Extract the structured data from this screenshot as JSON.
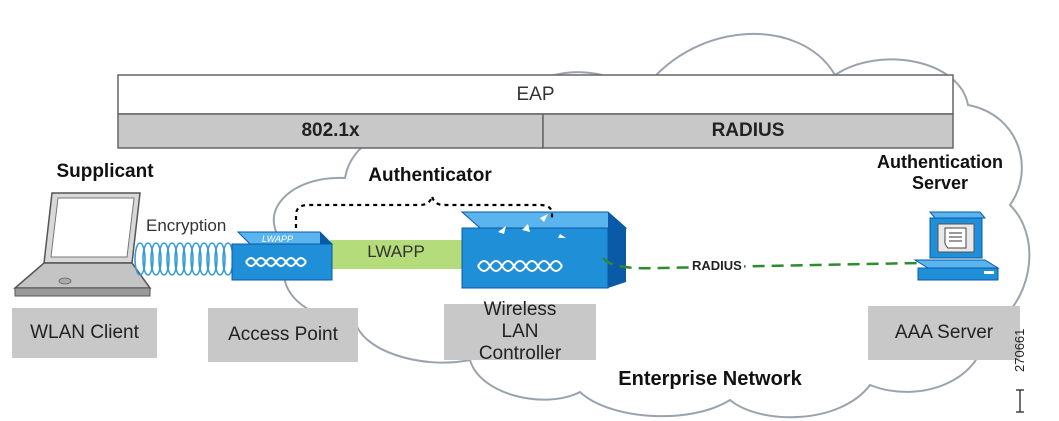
{
  "protocol_stack": {
    "top": "EAP",
    "left": "802.1x",
    "right": "RADIUS"
  },
  "roles": {
    "supplicant": "Supplicant",
    "authenticator": "Authenticator",
    "auth_server": "Authentication Server"
  },
  "links": {
    "encryption": "Encryption",
    "lwapp": "LWAPP",
    "radius": "RADIUS"
  },
  "devices": {
    "client": "WLAN Client",
    "access_point": "Access Point",
    "controller": "Wireless LAN Controller",
    "aaa_server": "AAA Server",
    "ap_badge": "LWAPP"
  },
  "network": "Enterprise Network",
  "figure_id": "270661",
  "colors": {
    "cloud_stroke": "#9aa3ad",
    "device_blue": "#1f8fd8",
    "device_dark": "#0b5aa8",
    "lwapp_green": "#b5dc7a",
    "radius_green": "#2e8b2e",
    "box_gray": "#c8c8c8"
  }
}
